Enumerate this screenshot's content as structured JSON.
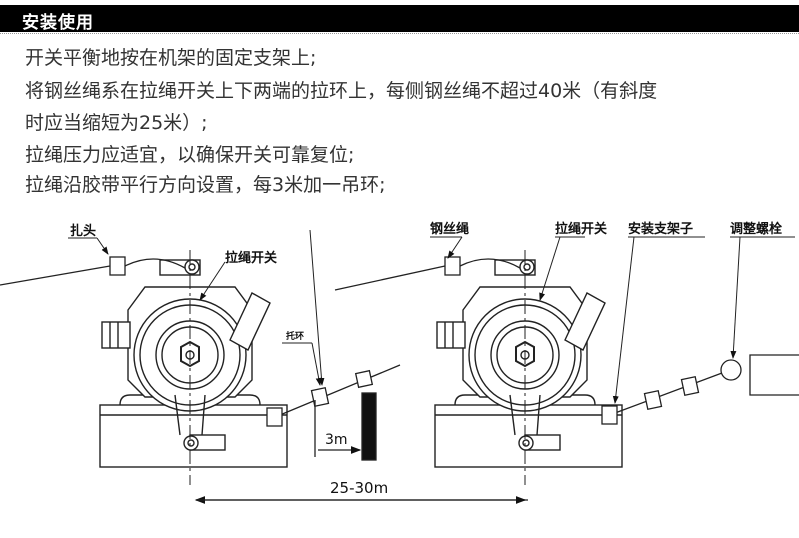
{
  "header": {
    "title": "安装使用"
  },
  "instructions": [
    "开关平衡地按在机架的固定支架上;",
    "将钢丝绳系在拉绳开关上下两端的拉环上，每侧钢丝绳不超过40米（有斜度",
    "时应当缩短为25米）;",
    "拉绳压力应适宜，以确保开关可靠复位;",
    "拉绳沿胶带平行方向设置，每3米加一吊环;"
  ],
  "diagram": {
    "left_labels": {
      "knot": "扎头",
      "switch": "拉绳开关",
      "ring": "托环",
      "ring_spacing": "3m"
    },
    "span": "25-30m",
    "right_labels": {
      "wire": "钢丝绳",
      "switch": "拉绳开关",
      "bracket": "安装支架子",
      "bolt": "调整螺栓"
    }
  }
}
